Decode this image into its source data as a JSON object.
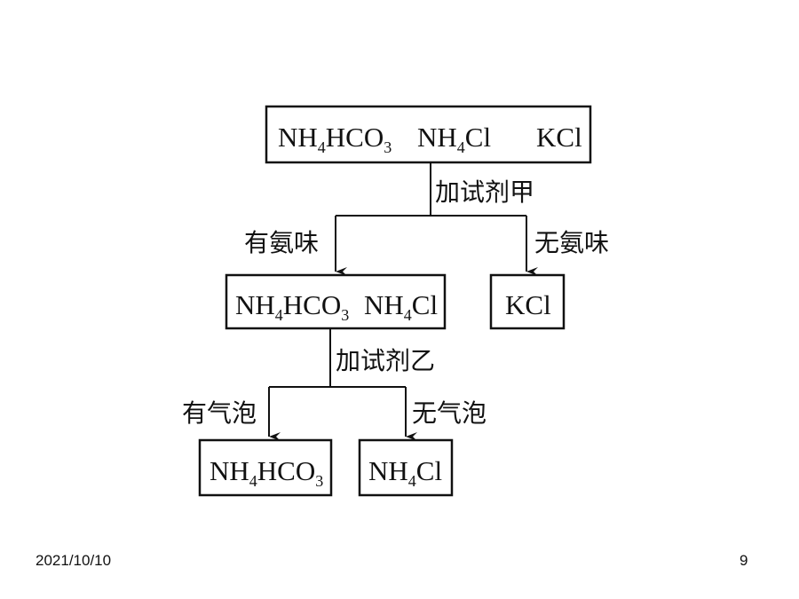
{
  "diagram": {
    "top_box": {
      "f1": "NH",
      "f1_sub": "4",
      "f1_rest": "HCO",
      "f1_sub2": "3",
      "f2": "NH",
      "f2_sub": "4",
      "f2_rest": "Cl",
      "f3": "KCl"
    },
    "reagent_a": "加试剂甲",
    "branch_a_left": "有氨味",
    "branch_a_right": "无氨味",
    "mid_box": {
      "f1": "NH",
      "f1_sub": "4",
      "f1_rest": "HCO",
      "f1_sub2": "3",
      "f2": "NH",
      "f2_sub": "4",
      "f2_rest": "Cl"
    },
    "right_box": "KCl",
    "reagent_b": "加试剂乙",
    "branch_b_left": "有气泡",
    "branch_b_right": "无气泡",
    "bottom_left_box": {
      "f1": "NH",
      "f1_sub": "4",
      "f1_rest": "HCO",
      "f1_sub2": "3"
    },
    "bottom_right_box": {
      "f2": "NH",
      "f2_sub": "4",
      "f2_rest": "Cl"
    }
  },
  "footer": {
    "date": "2021/10/10",
    "page": "9"
  },
  "colors": {
    "ink": "#111111",
    "background": "#ffffff"
  }
}
